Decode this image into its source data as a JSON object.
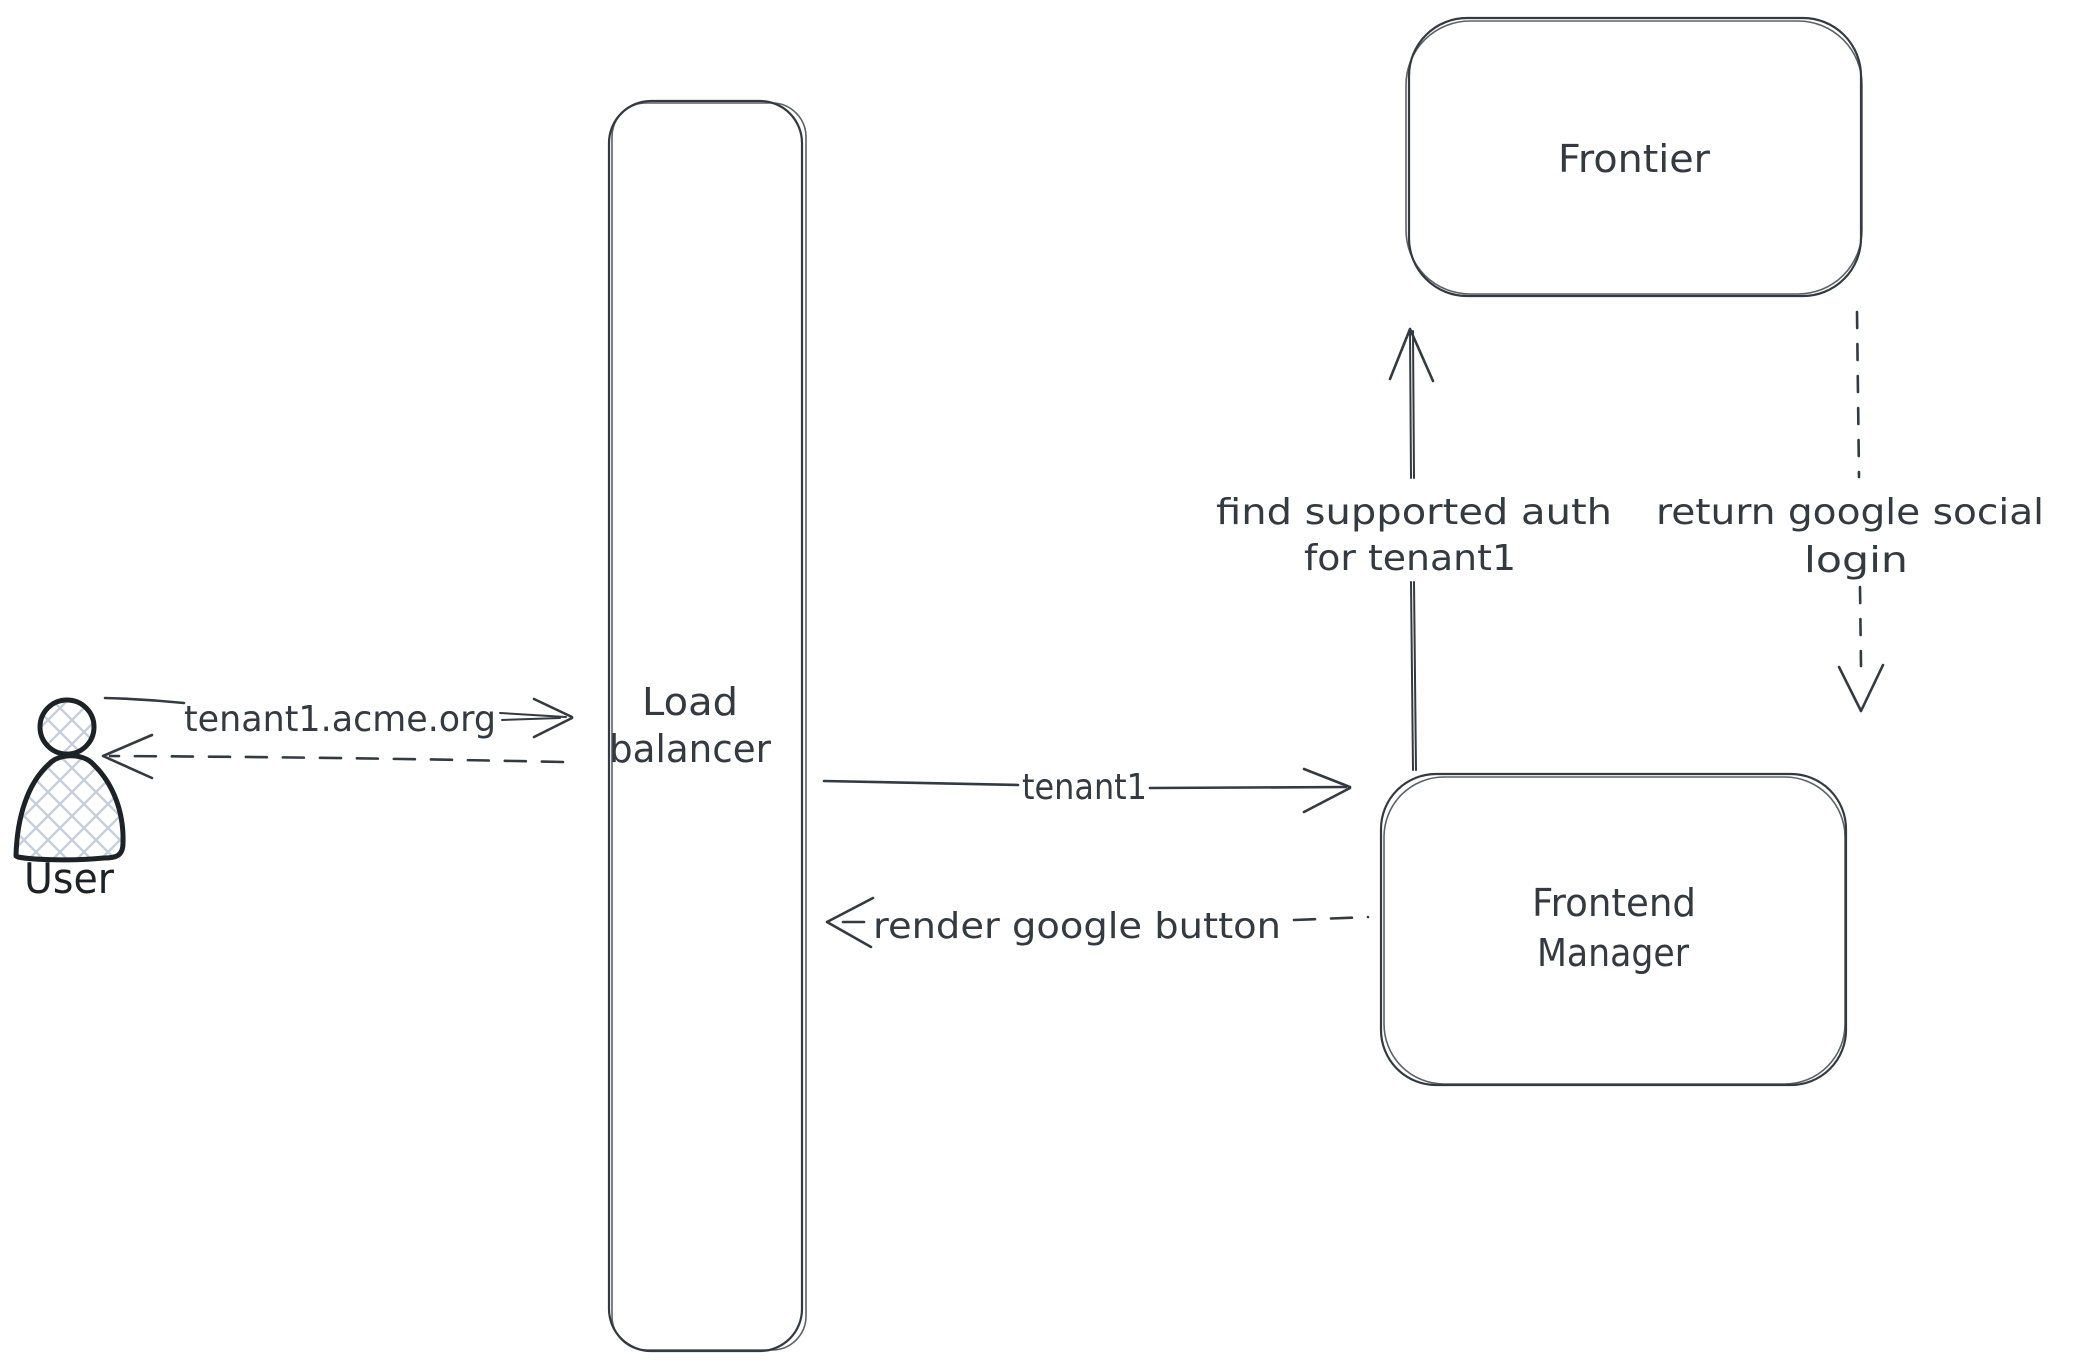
{
  "nodes": {
    "user": {
      "label": "User"
    },
    "load_balancer": {
      "lines": [
        "Load",
        "balancer"
      ]
    },
    "frontier": {
      "label": "Frontier"
    },
    "frontend_manager": {
      "lines": [
        "Frontend",
        "Manager"
      ]
    }
  },
  "edges": {
    "user_to_lb": {
      "label": "tenant1.acme.org",
      "style": "solid"
    },
    "lb_to_user": {
      "label": "",
      "style": "dashed"
    },
    "lb_to_fm": {
      "label": "tenant1",
      "style": "solid"
    },
    "fm_to_lb": {
      "label": "render google button",
      "style": "dashed"
    },
    "fm_to_frontier": {
      "lines": [
        "find supported auth",
        "for tenant1"
      ],
      "style": "solid"
    },
    "frontier_to_fm": {
      "lines": [
        "return google social",
        "login"
      ],
      "style": "dashed"
    }
  },
  "colors": {
    "stroke": "#343a40",
    "icon_stroke": "#1d2227",
    "hatch_fill": "#c7d0da",
    "background": "#ffffff"
  }
}
